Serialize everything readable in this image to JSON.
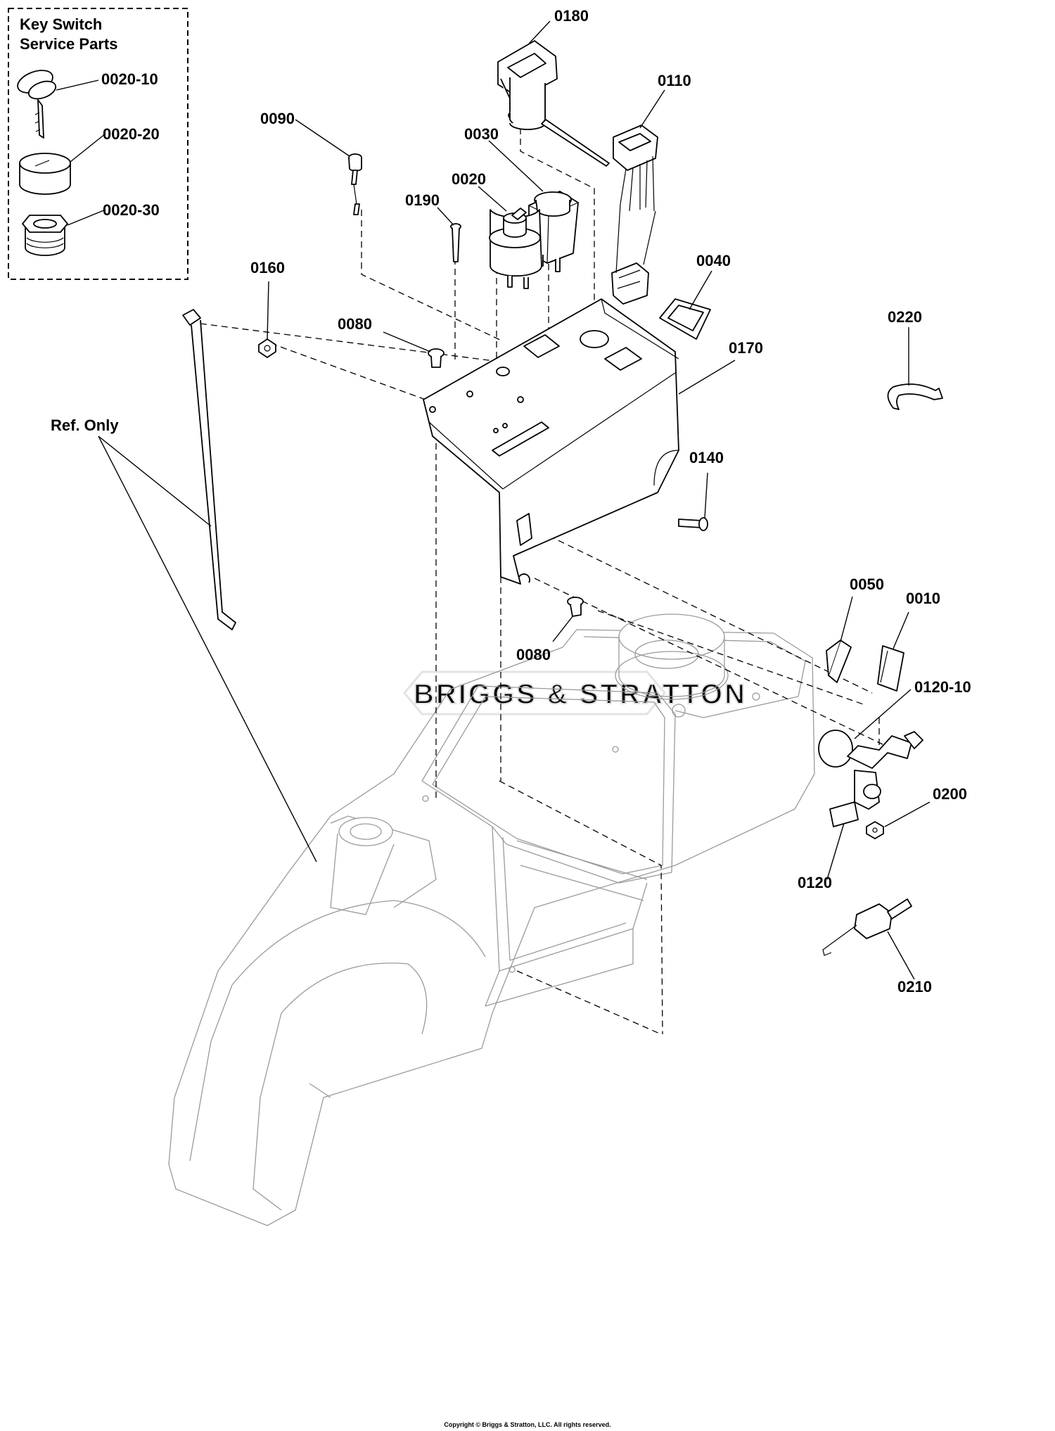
{
  "inset": {
    "title_line1": "Key Switch",
    "title_line2": "Service Parts",
    "labels": [
      "0020-10",
      "0020-20",
      "0020-30"
    ]
  },
  "callouts": {
    "c0180": "0180",
    "c0110": "0110",
    "c0090": "0090",
    "c0030": "0030",
    "c0020": "0020",
    "c0190": "0190",
    "c0160": "0160",
    "c0040": "0040",
    "c0220": "0220",
    "c0080a": "0080",
    "c0170": "0170",
    "c0140": "0140",
    "c0080b": "0080",
    "c0050": "0050",
    "c0010": "0010",
    "c0120_10": "0120-10",
    "c0200": "0200",
    "c0120": "0120",
    "c0210": "0210",
    "ref_only": "Ref. Only"
  },
  "watermark": "BRIGGS & STRATTON",
  "copyright": "Copyright © Briggs & Stratton, LLC. All rights reserved."
}
